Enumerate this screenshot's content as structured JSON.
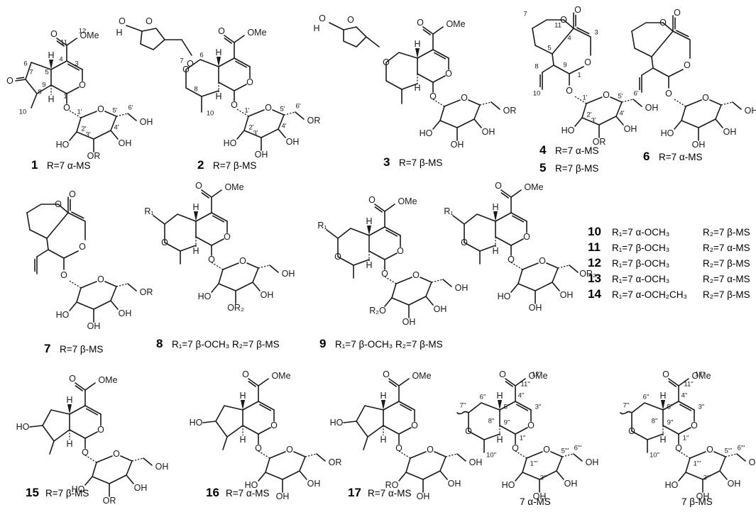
{
  "compounds": [
    {
      "id": "1",
      "label": "R=7 α-MS",
      "kind": "ketone"
    },
    {
      "id": "2",
      "label": "R=7 β-MS",
      "kind": "furan"
    },
    {
      "id": "3",
      "label": "R=7 β-MS",
      "kind": "furan"
    },
    {
      "id": "4",
      "label": "R=7 α-MS",
      "kind": "lactone"
    },
    {
      "id": "5",
      "label": "R=7 β-MS",
      "kind": "lactone"
    },
    {
      "id": "6",
      "label": "R=7 α-MS",
      "kind": "lactone"
    },
    {
      "id": "7",
      "label": "R=7 β-MS",
      "kind": "lactone"
    },
    {
      "id": "8",
      "label": "R₁=7 β-OCH₃   R₂=7 β-MS",
      "kind": "pyran"
    },
    {
      "id": "9",
      "label": "R₁=7 β-OCH₃   R₂=7 β-MS",
      "kind": "pyran"
    },
    {
      "id": "15",
      "label": "R=7 β-MS",
      "kind": "cyclopentane"
    },
    {
      "id": "16",
      "label": "R=7 α-MS",
      "kind": "cyclopentane"
    },
    {
      "id": "17",
      "label": "R=7 α-MS",
      "kind": "cyclopentane"
    }
  ],
  "r_table": [
    {
      "id": "10",
      "r1": "R₁=7 α-OCH₃",
      "r2": "R₂=7 β-MS"
    },
    {
      "id": "11",
      "r1": "R₁=7 β-OCH₃",
      "r2": "R₂=7 α-MS"
    },
    {
      "id": "12",
      "r1": "R₁=7 β-OCH₃",
      "r2": "R₂=7 β-MS"
    },
    {
      "id": "13",
      "r1": "R₁=7 α-OCH₃",
      "r2": "R₂=7 α-MS"
    },
    {
      "id": "14",
      "r1": "R₁=7 α-OCH₂CH₃",
      "r2": "R₂=7 β-MS"
    }
  ],
  "substituents": [
    {
      "label": "7 α-MS"
    },
    {
      "label": "7 β-MS"
    }
  ],
  "atoms": {
    "O": "O",
    "OH": "OH",
    "HO": "HO",
    "OMe": "OMe",
    "OR": "OR",
    "RO": "RO",
    "H": "H",
    "R": "R",
    "R1": "R₁",
    "R2": "R₂",
    "ORb": "OR₂",
    "R2O": "R₂O"
  }
}
